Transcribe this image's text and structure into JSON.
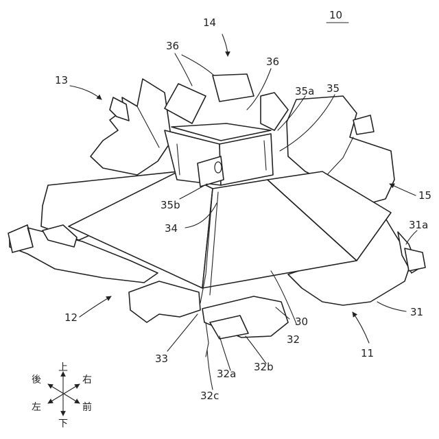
{
  "figure": {
    "ref_main": "10",
    "labels": {
      "l11": "11",
      "l12": "12",
      "l13": "13",
      "l14": "14",
      "l15": "15",
      "l30": "30",
      "l31": "31",
      "l31a": "31a",
      "l32": "32",
      "l32a": "32a",
      "l32b": "32b",
      "l32c": "32c",
      "l33": "33",
      "l34": "34",
      "l35": "35",
      "l35a": "35a",
      "l35b": "35b",
      "l36a": "36",
      "l36b": "36"
    },
    "compass": {
      "up": "上",
      "down": "下",
      "left": "左",
      "right": "右",
      "back": "後",
      "front": "前"
    }
  }
}
